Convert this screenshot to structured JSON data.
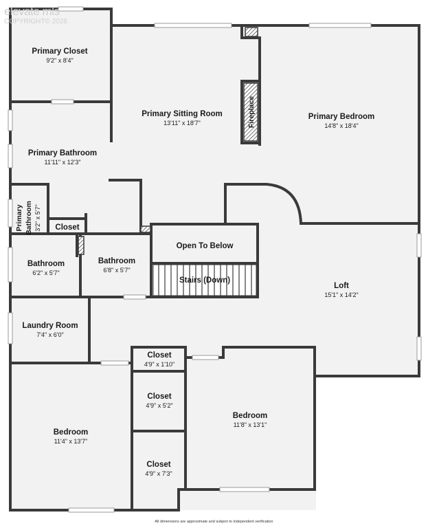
{
  "watermark": {
    "brand": "elevate mls",
    "copyright": "COPYRIGHT© 2026"
  },
  "rooms": {
    "primary_closet": {
      "name": "Primary Closet",
      "dim": "9'2\" x 8'4\""
    },
    "primary_sitting_room": {
      "name": "Primary Sitting Room",
      "dim": "13'11\" x 18'7\""
    },
    "primary_bedroom": {
      "name": "Primary Bedroom",
      "dim": "14'8\" x 18'4\""
    },
    "fireplace": {
      "name": "Fireplace"
    },
    "primary_bathroom": {
      "name": "Primary Bathroom",
      "dim": "11'11\" x 12'3\""
    },
    "primary_bathroom_small": {
      "name1": "Primary",
      "name2": "Bathroom",
      "dim": "3'2\" x 5'7\""
    },
    "closet_small": {
      "name": "Closet"
    },
    "open_to_below": {
      "name": "Open To Below"
    },
    "stairs": {
      "name": "Stairs (Down)"
    },
    "bathroom_left": {
      "name": "Bathroom",
      "dim": "6'2\" x 5'7\""
    },
    "bathroom_mid": {
      "name": "Bathroom",
      "dim": "6'8\" x 5'7\""
    },
    "loft": {
      "name": "Loft",
      "dim": "15'1\" x 14'2\""
    },
    "laundry_room": {
      "name": "Laundry Room",
      "dim": "7'4\" x 6'0\""
    },
    "closet_a": {
      "name": "Closet",
      "dim": "4'9\" x 1'10\""
    },
    "closet_b": {
      "name": "Closet",
      "dim": "4'9\" x 5'2\""
    },
    "closet_c": {
      "name": "Closet",
      "dim": "4'9\" x 7'3\""
    },
    "bedroom_left": {
      "name": "Bedroom",
      "dim": "11'4\" x 13'7\""
    },
    "bedroom_right": {
      "name": "Bedroom",
      "dim": "11'8\" x 13'1\""
    }
  },
  "footer": "All dimensions are approximate and subject to independent verification"
}
